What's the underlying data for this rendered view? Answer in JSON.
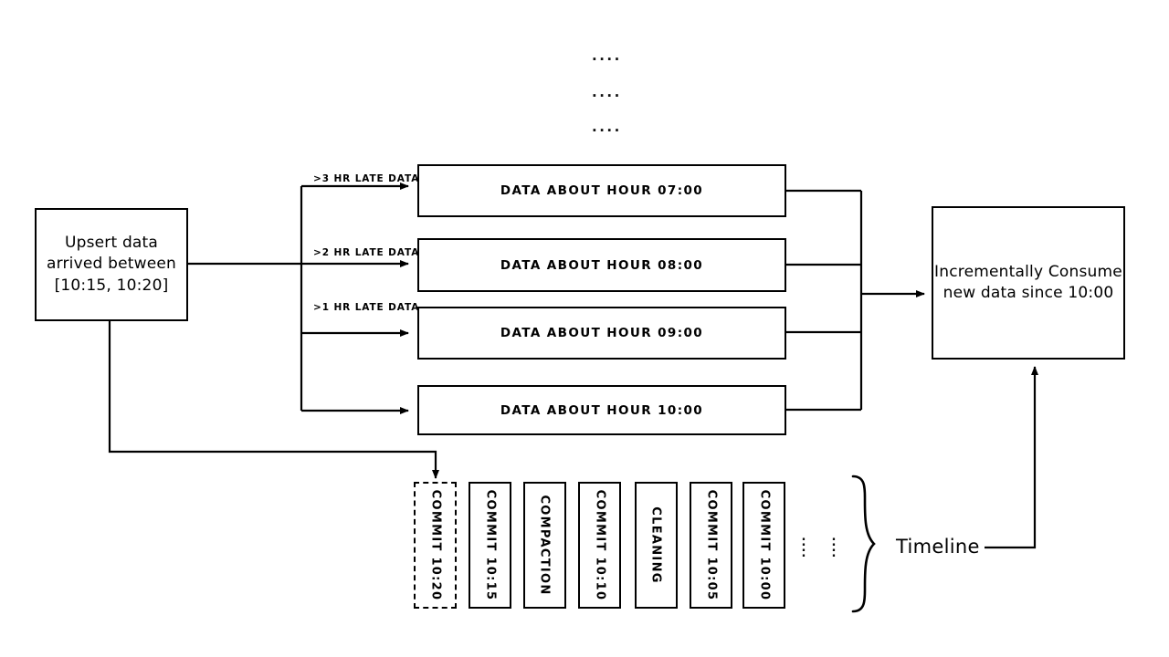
{
  "diagram": {
    "title_visible": false,
    "background_color": "#ffffff",
    "stroke_color": "#000000",
    "source_node": {
      "label": "Upsert data\narrived between\n[10:15, 10:20]"
    },
    "sink_node": {
      "label": "Incrementally Consume\nnew data since 10:00"
    },
    "ellipsis_rows": [
      "....",
      "....",
      "...."
    ],
    "hour_partitions": [
      {
        "label": "DATA ABOUT HOUR 07:00",
        "edge_label": ">3 HR LATE DATA"
      },
      {
        "label": "DATA ABOUT HOUR 08:00",
        "edge_label": ">2 HR LATE DATA"
      },
      {
        "label": "DATA ABOUT HOUR 09:00",
        "edge_label": ">1 HR LATE DATA"
      },
      {
        "label": "DATA ABOUT HOUR 10:00",
        "edge_label": ""
      }
    ],
    "timeline": {
      "bracket_label": "Timeline",
      "ellipsis_columns": [
        "⋮",
        "⋮"
      ],
      "instants": [
        {
          "label": "COMMIT 10:20",
          "style": "dashed"
        },
        {
          "label": "COMMIT 10:15",
          "style": "solid"
        },
        {
          "label": "COMPACTION",
          "style": "solid"
        },
        {
          "label": "COMMIT 10:10",
          "style": "solid"
        },
        {
          "label": "CLEANING",
          "style": "solid"
        },
        {
          "label": "COMMIT 10:05",
          "style": "solid"
        },
        {
          "label": "COMMIT 10:00",
          "style": "solid"
        }
      ]
    }
  }
}
